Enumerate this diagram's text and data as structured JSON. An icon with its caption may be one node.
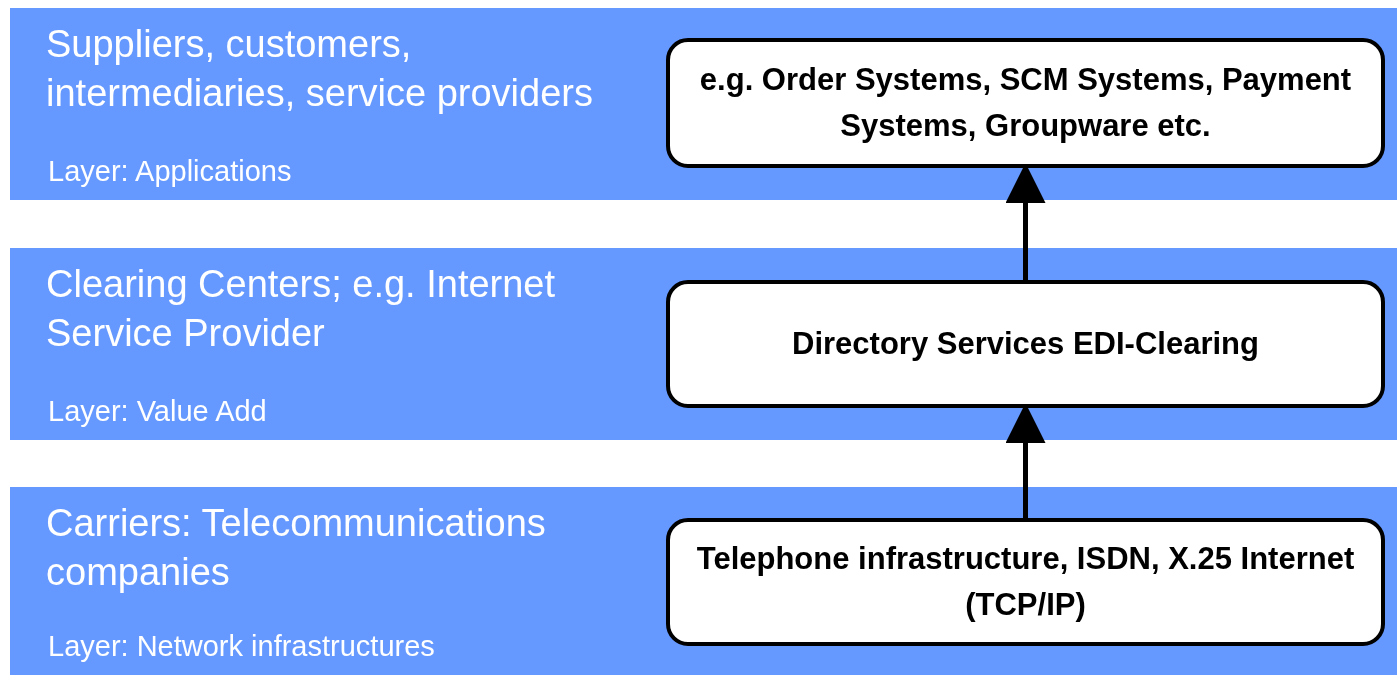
{
  "diagram": {
    "nodes": [
      {
        "text": [
          "Suppliers, customers, intermediaries, service providers",
          "Layer: Applications"
        ]
      },
      {
        "text": [
          "e.g. Order Systems, SCM Systems, Payment Systems, Groupware etc."
        ],
        "in": 0
      },
      {
        "text": [
          "Clearing Centers; e.g. Internet Service Provider",
          "Layer: Value Add"
        ]
      },
      {
        "text": [
          "Directory Services EDI-Clearing"
        ],
        "in": 2
      },
      {
        "text": [
          "Carriers: Telecommunications companies",
          "Layer: Network infrastructures"
        ]
      },
      {
        "text": [
          "Telephone infrastructure, ISDN, X.25 Internet (TCP/IP)"
        ],
        "in": 4
      }
    ],
    "edges": [
      {
        "from": 5,
        "to": 3,
        "arrow": "to"
      },
      {
        "from": 3,
        "to": 1,
        "arrow": "to"
      }
    ]
  }
}
